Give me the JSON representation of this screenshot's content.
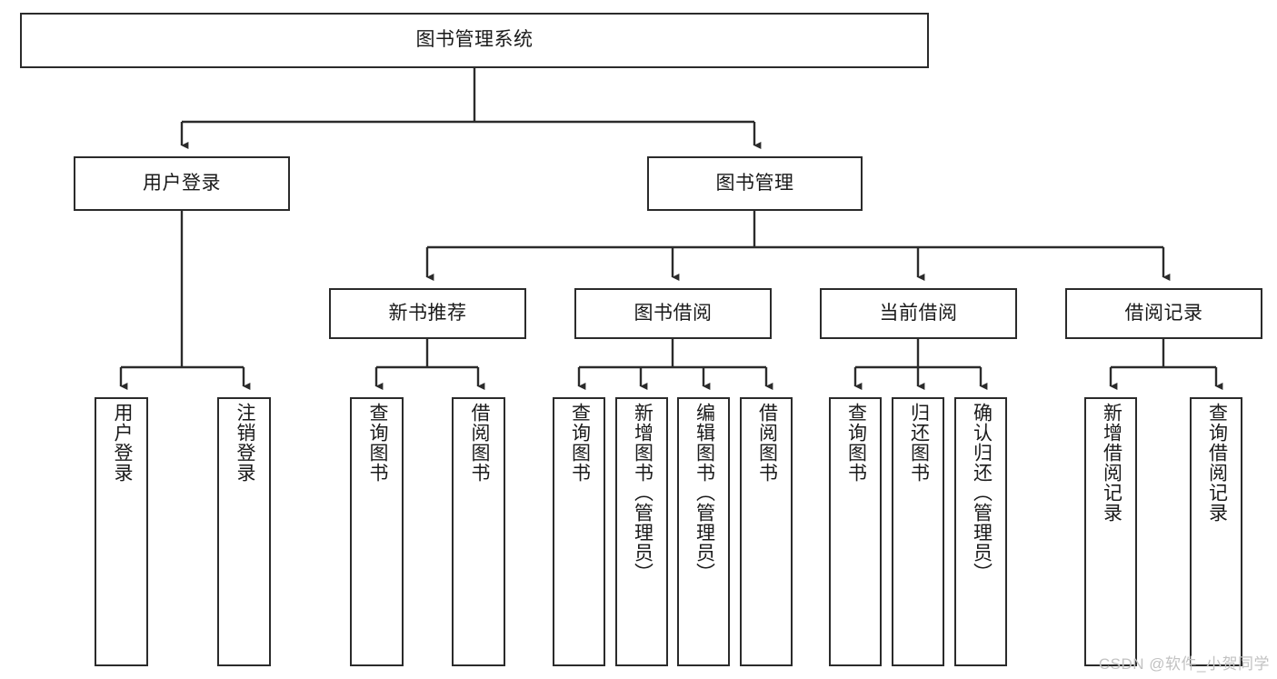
{
  "diagram": {
    "type": "tree",
    "title": "图书管理系统",
    "root": {
      "label": "图书管理系统"
    },
    "level2": [
      {
        "label": "用户登录"
      },
      {
        "label": "图书管理"
      }
    ],
    "level3": [
      {
        "label": "新书推荐"
      },
      {
        "label": "图书借阅"
      },
      {
        "label": "当前借阅"
      },
      {
        "label": "借阅记录"
      }
    ],
    "leaves": {
      "user_login": [
        {
          "label": "用户登录"
        },
        {
          "label": "注销登录"
        }
      ],
      "new_book": [
        {
          "label": "查询图书"
        },
        {
          "label": "借阅图书"
        }
      ],
      "book_borrow": [
        {
          "label": "查询图书"
        },
        {
          "label": "新增图书（管理员）"
        },
        {
          "label": "编辑图书（管理员）"
        },
        {
          "label": "借阅图书"
        }
      ],
      "current_borrow": [
        {
          "label": "查询图书"
        },
        {
          "label": "归还图书"
        },
        {
          "label": "确认归还（管理员）"
        }
      ],
      "borrow_record": [
        {
          "label": "新增借阅记录"
        },
        {
          "label": "查询借阅记录"
        }
      ]
    }
  },
  "watermark": {
    "text": "CSDN @软件_小贺同学"
  },
  "colors": {
    "stroke": "#2b2b2b",
    "fill": "#ffffff",
    "text": "#1a1a1a",
    "watermark": "#c2c2c2"
  }
}
